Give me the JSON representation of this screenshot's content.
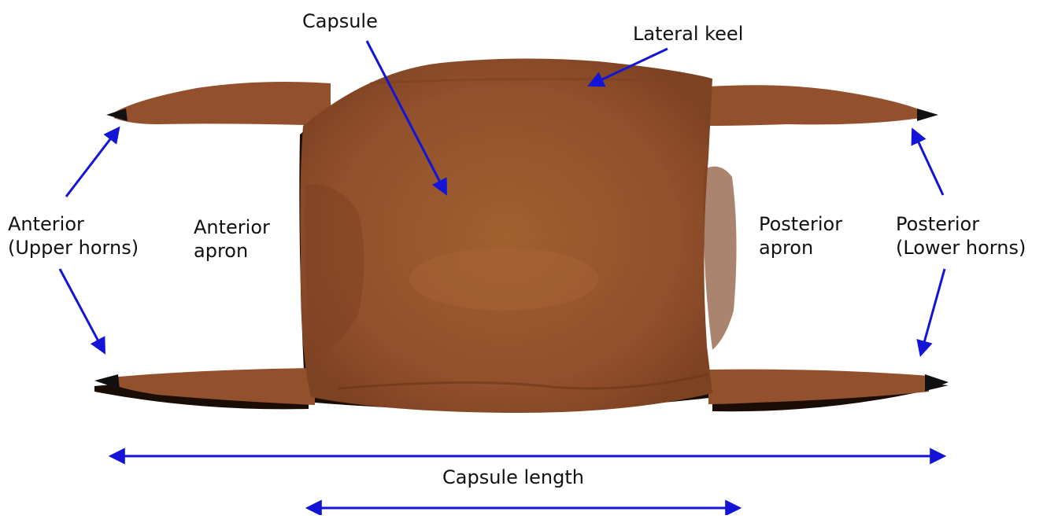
{
  "colors": {
    "capsule_fill": "#92502C",
    "capsule_shade": "#7D4222",
    "capsule_highlight": "#A8643A",
    "horn_tip": "#111111",
    "arrow": "#1414D6",
    "text": "#111111"
  },
  "labels": {
    "capsule": "Capsule",
    "lateral_keel": "Lateral keel",
    "anterior_horns": [
      "Anterior",
      "(Upper horns)"
    ],
    "anterior_apron": [
      "Anterior",
      "apron"
    ],
    "posterior_apron": [
      "Posterior",
      "apron"
    ],
    "posterior_horns": [
      "Posterior",
      "(Lower horns)"
    ],
    "capsule_length": "Capsule length"
  }
}
